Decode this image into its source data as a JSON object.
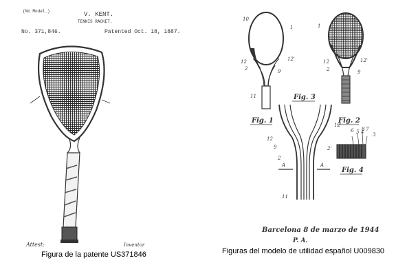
{
  "left_patent": {
    "model_note": "(No Model.)",
    "inventor": "V. KENT.",
    "subject": "TENNIS RACKET.",
    "number": "No. 371,846.",
    "date": "Patented Oct. 18, 1887.",
    "witnesses": "Attest:",
    "inventor_sig_label": "Inventor",
    "caption": "Figura de la patente US371846"
  },
  "right_patent": {
    "fig1": "Fig. 1",
    "fig2": "Fig. 2",
    "fig3": "Fig. 3",
    "fig4": "Fig. 4",
    "place_date": "Barcelona 8 de marzo de 1944",
    "initials": "P. A.",
    "caption": "Figuras del modelo de utilidad español U009830",
    "labels": [
      "10",
      "1",
      "12",
      "12'",
      "2",
      "9",
      "11",
      "1",
      "12",
      "12'",
      "2",
      "9",
      "12",
      "12'",
      "9",
      "2'",
      "2",
      "A",
      "A",
      "11",
      "6",
      "7",
      "5",
      "4",
      "3",
      "8"
    ]
  },
  "colors": {
    "ink": "#333333",
    "background": "#ffffff"
  }
}
